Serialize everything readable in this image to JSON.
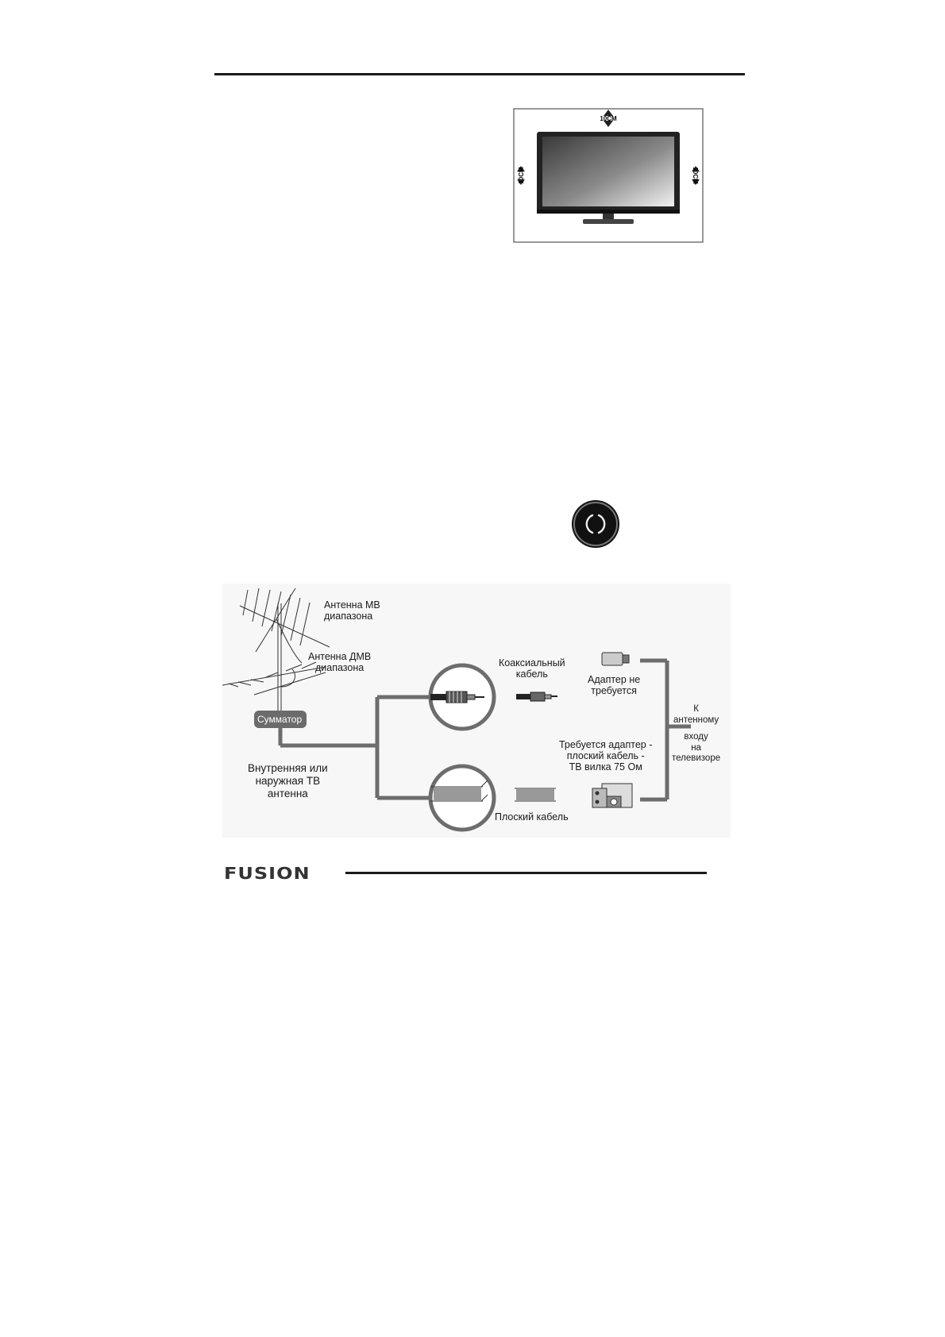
{
  "tv_figure": {
    "clearance_top": "10CM",
    "clearance_left": "10CM",
    "clearance_right": "10CM"
  },
  "diagram": {
    "antenna_vhf": [
      "Антенна МВ",
      "диапазона"
    ],
    "antenna_uhf": [
      "Антенна ДМВ",
      "диапазона"
    ],
    "combiner": "Сумматор",
    "tv_antenna": [
      "Внутренняя или",
      "наружная ТВ",
      "антенна"
    ],
    "coax_cable": [
      "Коаксиальный",
      "кабель"
    ],
    "adapter_not_required": [
      "Адаптер не",
      "требуется"
    ],
    "adapter_required": [
      "Требуется адаптер -",
      "плоский кабель -",
      "ТВ вилка 75 Ом"
    ],
    "flat_cable": "Плоский кабель",
    "to_antenna_input": [
      "К",
      "антенному",
      "входу",
      "на",
      "телевизоре"
    ]
  },
  "footer": {
    "brand": "FUSION"
  },
  "colors": {
    "diagram_line": "#6d6d6d",
    "combiner_fill": "#6b6b6b",
    "rule": "#1a1a1a"
  }
}
